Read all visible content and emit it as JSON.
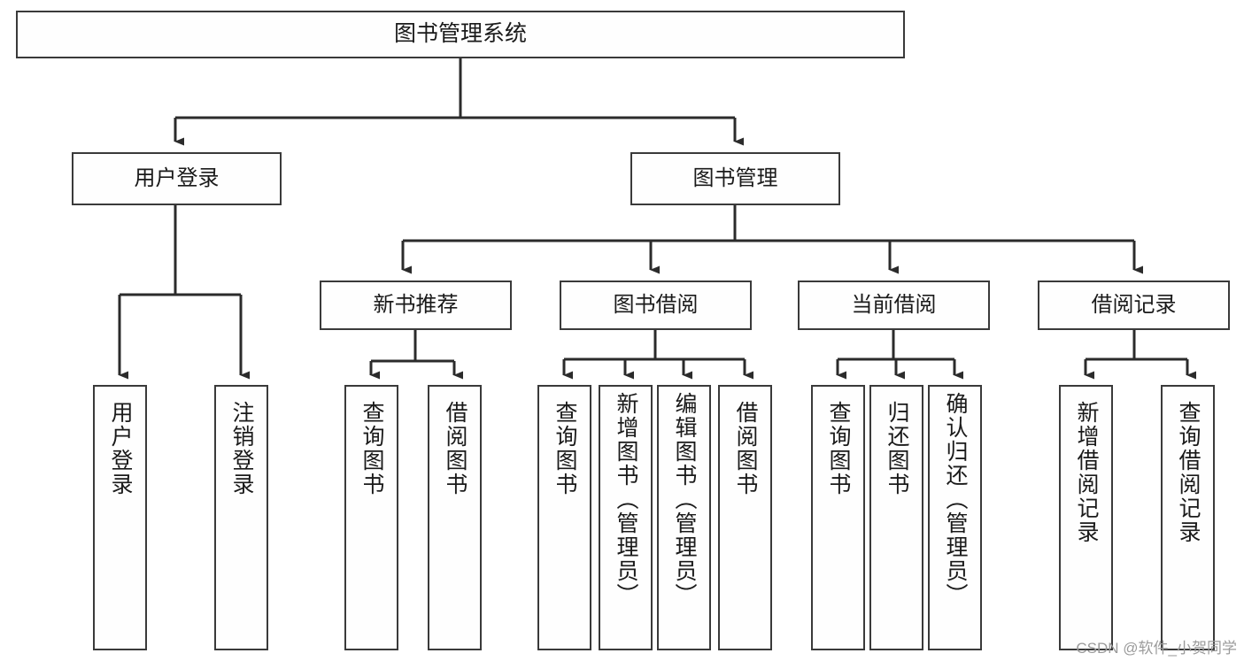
{
  "diagram": {
    "title": "图书管理系统",
    "type": "tree-hierarchy-diagram",
    "background_color": "#ffffff",
    "box_border_color": "#3a3a3a",
    "box_fill_color": "#fefefe",
    "edge_color": "#2b2b2b",
    "text_color": "#1a1a1a"
  },
  "nodes": {
    "root": {
      "label": "图书管理系统"
    },
    "level1": [
      {
        "label": "用户登录"
      },
      {
        "label": "图书管理"
      }
    ],
    "level2": [
      {
        "label": "新书推荐"
      },
      {
        "label": "图书借阅"
      },
      {
        "label": "当前借阅"
      },
      {
        "label": "借阅记录"
      }
    ],
    "leaves": {
      "user_login": [
        {
          "label": "用户登录"
        },
        {
          "label": "注销登录"
        }
      ],
      "new_book_recommend": [
        {
          "label": "查询图书"
        },
        {
          "label": "借阅图书"
        }
      ],
      "book_borrow": [
        {
          "label": "查询图书"
        },
        {
          "label": "新增图书（管理员）"
        },
        {
          "label": "编辑图书（管理员）"
        },
        {
          "label": "借阅图书"
        }
      ],
      "current_borrow": [
        {
          "label": "查询图书"
        },
        {
          "label": "归还图书"
        },
        {
          "label": "确认归还（管理员）"
        }
      ],
      "borrow_record": [
        {
          "label": "新增借阅记录"
        },
        {
          "label": "查询借阅记录"
        }
      ]
    }
  },
  "watermark": {
    "text": "CSDN @软件_小贺同学"
  }
}
